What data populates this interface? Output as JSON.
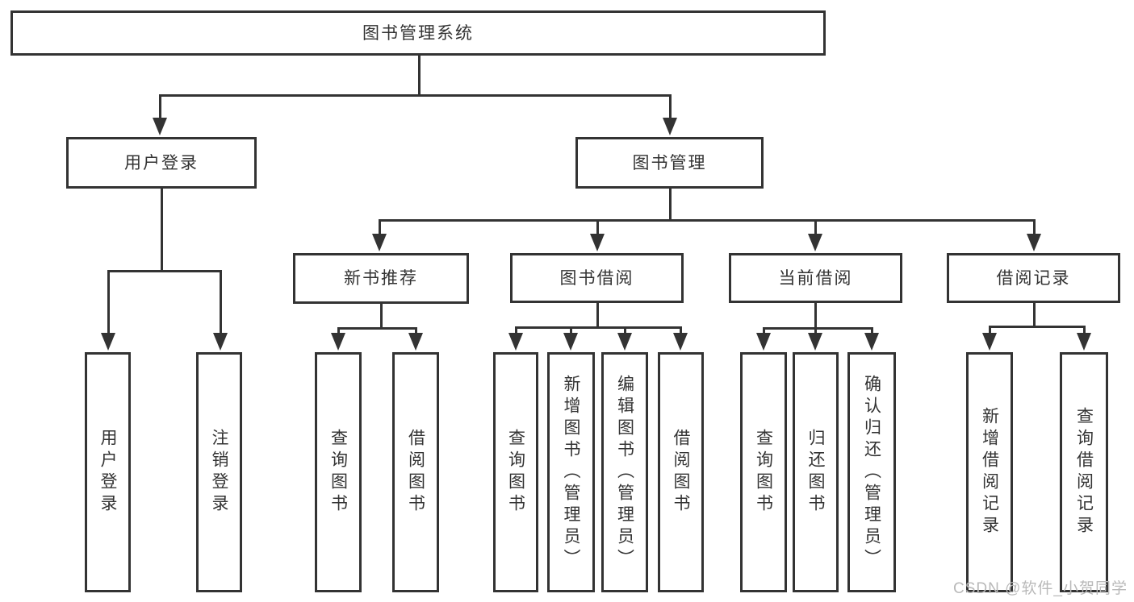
{
  "diagram": {
    "type": "hierarchy-tree",
    "title": "图书管理系统",
    "watermark": {
      "text": "CSDN @软件_小贺同学",
      "color": "#b9b9b9"
    },
    "colors": {
      "box_border": "#333333",
      "connector_line": "#333333",
      "text": "#333333",
      "box_fill": "#ffffff",
      "background": "#ffffff"
    },
    "nodes": {
      "root": {
        "label": "图书管理系统",
        "level": 1,
        "parent": null
      },
      "user-login": {
        "label": "用户登录",
        "level": 2,
        "parent": "root"
      },
      "book-mgmt": {
        "label": "图书管理",
        "level": 2,
        "parent": "root"
      },
      "new-book-rec": {
        "label": "新书推荐",
        "level": 3,
        "parent": "book-mgmt"
      },
      "book-borrow": {
        "label": "图书借阅",
        "level": 3,
        "parent": "book-mgmt"
      },
      "current-borrow": {
        "label": "当前借阅",
        "level": 3,
        "parent": "book-mgmt"
      },
      "borrow-records": {
        "label": "借阅记录",
        "level": 3,
        "parent": "book-mgmt"
      },
      "login-leaf": {
        "label": "用户登录",
        "level": 4,
        "parent": "user-login"
      },
      "logout-leaf": {
        "label": "注销登录",
        "level": 4,
        "parent": "user-login"
      },
      "rec-query-books": {
        "label": "查询图书",
        "level": 4,
        "parent": "new-book-rec"
      },
      "rec-borrow-books": {
        "label": "借阅图书",
        "level": 4,
        "parent": "new-book-rec"
      },
      "borrow-query-books": {
        "label": "查询图书",
        "level": 4,
        "parent": "book-borrow"
      },
      "borrow-add-books": {
        "label": "新增图书（管理员）",
        "level": 4,
        "parent": "book-borrow"
      },
      "borrow-edit-books": {
        "label": "编辑图书（管理员）",
        "level": 4,
        "parent": "book-borrow"
      },
      "borrow-borrow-books": {
        "label": "借阅图书",
        "level": 4,
        "parent": "book-borrow"
      },
      "current-query-books": {
        "label": "查询图书",
        "level": 4,
        "parent": "current-borrow"
      },
      "current-return-books": {
        "label": "归还图书",
        "level": 4,
        "parent": "current-borrow"
      },
      "current-confirm-return": {
        "label": "确认归还（管理员）",
        "level": 4,
        "parent": "current-borrow"
      },
      "records-add": {
        "label": "新增借阅记录",
        "level": 4,
        "parent": "borrow-records"
      },
      "records-query": {
        "label": "查询借阅记录",
        "level": 4,
        "parent": "borrow-records"
      }
    }
  }
}
